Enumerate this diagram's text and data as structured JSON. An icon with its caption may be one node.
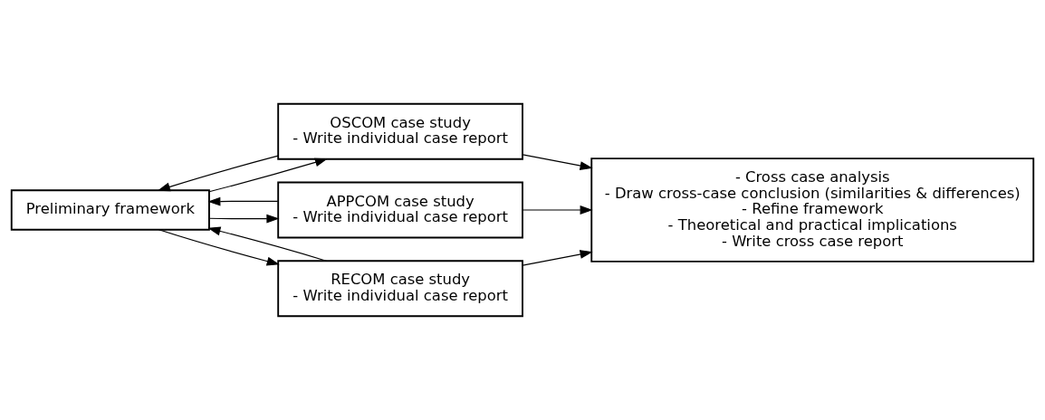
{
  "diagram": {
    "nodes": [
      {
        "text": [
          "Preliminary framework"
        ]
      },
      {
        "text": [
          "OSCOM case study",
          "- Write individual case report"
        ]
      },
      {
        "text": [
          "APPCOM case study",
          "- Write individual case report"
        ]
      },
      {
        "text": [
          "RECOM case study",
          "- Write individual case report"
        ]
      },
      {
        "text": [
          "- Cross case analysis",
          "- Draw cross-case conclusion (similarities & differences)",
          "- Refine framework",
          "- Theoretical and practical implications",
          "- Write cross case report"
        ]
      }
    ],
    "edges": [
      {
        "from": 0,
        "to": 1,
        "arrow": "to"
      },
      {
        "from": 0,
        "to": 2,
        "arrow": "to"
      },
      {
        "from": 0,
        "to": 3,
        "arrow": "to"
      },
      {
        "from": 1,
        "to": 4,
        "arrow": "to"
      },
      {
        "from": 2,
        "to": 4,
        "arrow": "to"
      },
      {
        "from": 3,
        "to": 4,
        "arrow": "to"
      },
      {
        "from": 1,
        "to": 0,
        "arrow": "to"
      },
      {
        "from": 2,
        "to": 0,
        "arrow": "to"
      },
      {
        "from": 3,
        "to": 0,
        "arrow": "to"
      }
    ]
  }
}
